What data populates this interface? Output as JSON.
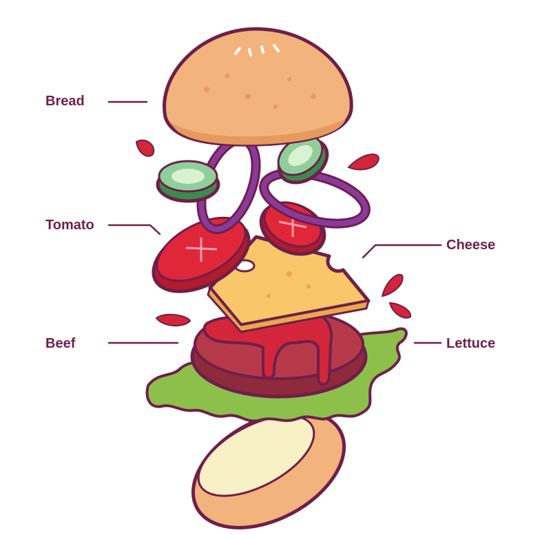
{
  "labels": {
    "bread": "Bread",
    "tomato": "Tomato",
    "beef": "Beef",
    "cheese": "Cheese",
    "lettuce": "Lettuce"
  },
  "colors": {
    "outline": "#6e1f4a",
    "bun": "#f2b37c",
    "bun_shadow": "#e59a5f",
    "tomato": "#e0273a",
    "tomato_dark": "#b31a2b",
    "cheese": "#f9c66a",
    "beef": "#b6394a",
    "ketchup": "#d3263a",
    "lettuce": "#8cc04a",
    "cucumber": "#8fcf9a",
    "onion": "#f4f0ff",
    "onion_ring": "#8a3a9a"
  }
}
